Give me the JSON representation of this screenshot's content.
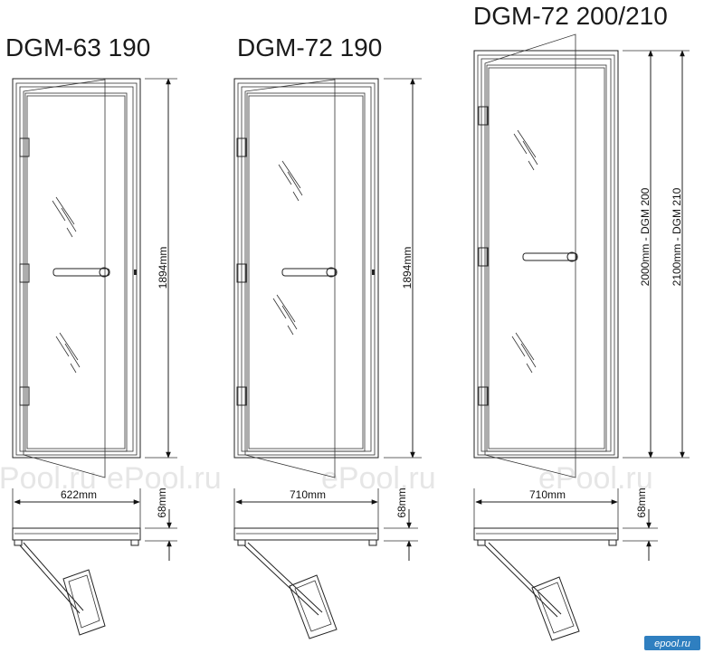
{
  "watermark": "ePool.ru",
  "logo": "epool.ru",
  "doors": [
    {
      "title": "DGM-63 190",
      "width_label": "622mm",
      "height_label": "1894mm",
      "depth_label": "68mm"
    },
    {
      "title": "DGM-72 190",
      "width_label": "710mm",
      "height_label": "1894mm",
      "depth_label": "68mm"
    },
    {
      "title": "DGM-72 200/210",
      "width_label": "710mm",
      "height_label_a": "2000mm - DGM 200",
      "height_label_b": "2100mm - DGM 210",
      "depth_label": "68mm"
    }
  ],
  "colors": {
    "line": "#222222",
    "watermark": "#e6e6e6",
    "logo_bg": "#2f7fc0"
  }
}
